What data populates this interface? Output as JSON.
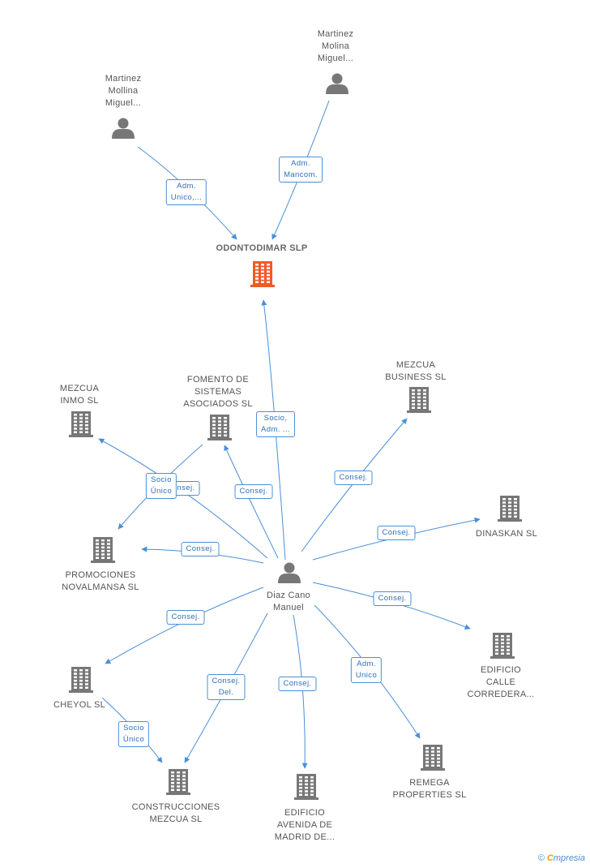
{
  "colors": {
    "edge": "#4a8fd8",
    "person": "#777777",
    "company": "#777777",
    "main_company": "#f05a28"
  },
  "nodes": [
    {
      "id": "p1",
      "kind": "person",
      "label": "Martinez\nMollina\nMiguel..."
    },
    {
      "id": "p2",
      "kind": "person",
      "label": "Martinez\nMolina\nMiguel..."
    },
    {
      "id": "main",
      "kind": "main",
      "label": "ODONTODIMAR SLP"
    },
    {
      "id": "diaz",
      "kind": "person",
      "label": "Diaz Cano\nManuel"
    },
    {
      "id": "mezcua_inmo",
      "kind": "company",
      "label": "MEZCUA\nINMO SL"
    },
    {
      "id": "fomento",
      "kind": "company",
      "label": "FOMENTO DE\nSISTEMAS\nASOCIADOS SL"
    },
    {
      "id": "mezcua_business",
      "kind": "company",
      "label": "MEZCUA\nBUSINESS SL"
    },
    {
      "id": "dinaskan",
      "kind": "company",
      "label": "DINASKAN SL"
    },
    {
      "id": "promociones",
      "kind": "company",
      "label": "PROMOCIONES\nNOVALMANSA SL"
    },
    {
      "id": "edificio_calle",
      "kind": "company",
      "label": "EDIFICIO\nCALLE\nCORREDERA..."
    },
    {
      "id": "cheyol",
      "kind": "company",
      "label": "CHEYOL SL"
    },
    {
      "id": "remega",
      "kind": "company",
      "label": "REMEGA\nPROPERTIES SL"
    },
    {
      "id": "construcciones",
      "kind": "company",
      "label": "CONSTRUCCIONES\nMEZCUA SL"
    },
    {
      "id": "edificio_avenida",
      "kind": "company",
      "label": "EDIFICIO\nAVENIDA DE\nMADRID DE..."
    }
  ],
  "edges": [
    {
      "from": "p1",
      "to": "main",
      "label": "Adm.\nUnico,..."
    },
    {
      "from": "p2",
      "to": "main",
      "label": "Adm.\nMancom."
    },
    {
      "from": "diaz",
      "to": "main",
      "label": "Socio,\nAdm. ..."
    },
    {
      "from": "diaz",
      "to": "mezcua_inmo",
      "label": "Consej."
    },
    {
      "from": "diaz",
      "to": "fomento",
      "label": "Consej."
    },
    {
      "from": "diaz",
      "to": "mezcua_business",
      "label": "Consej."
    },
    {
      "from": "diaz",
      "to": "dinaskan",
      "label": "Consej."
    },
    {
      "from": "diaz",
      "to": "promociones",
      "label": "Consej."
    },
    {
      "from": "fomento",
      "to": "promociones",
      "label": "Socio\nÚnico"
    },
    {
      "from": "diaz",
      "to": "edificio_calle",
      "label": "Consej."
    },
    {
      "from": "diaz",
      "to": "cheyol",
      "label": "Consej."
    },
    {
      "from": "diaz",
      "to": "remega",
      "label": "Adm.\nUnico"
    },
    {
      "from": "diaz",
      "to": "construcciones",
      "label": "Consej.\nDel."
    },
    {
      "from": "diaz",
      "to": "edificio_avenida",
      "label": "Consej."
    },
    {
      "from": "cheyol",
      "to": "construcciones",
      "label": "Socio\nÚnico"
    }
  ],
  "footer": {
    "copyright": "©",
    "brand_first": "C",
    "brand_rest": "mpresia"
  }
}
